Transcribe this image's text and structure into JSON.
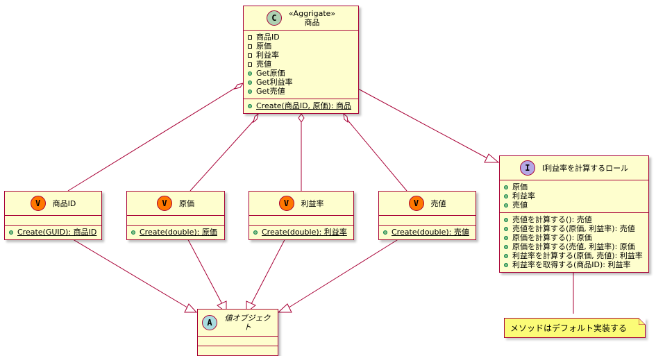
{
  "colors": {
    "class_fill": "#fefece",
    "border": "#a80036",
    "note_fill": "#fbfb77",
    "badge_class": "#add1b2",
    "badge_value": "#ff7700",
    "badge_interface": "#b4a7e5",
    "badge_abstract": "#a9dcdf"
  },
  "product": {
    "badge": "C",
    "stereotype": "«Aggrigate»",
    "name": "商品",
    "fields": [
      "商品ID",
      "原価",
      "利益率",
      "売値",
      "Get原価",
      "Get利益率",
      "Get売値"
    ],
    "method": "Create(商品ID, 原価): 商品"
  },
  "value_objects": [
    {
      "badge": "V",
      "name": "商品ID",
      "method": "Create(GUID): 商品ID"
    },
    {
      "badge": "V",
      "name": "原価",
      "method": "Create(double): 原価"
    },
    {
      "badge": "V",
      "name": "利益率",
      "method": "Create(double): 利益率"
    },
    {
      "badge": "V",
      "name": "売値",
      "method": "Create(double): 売値"
    }
  ],
  "interface": {
    "badge": "I",
    "name": "I利益率を計算するロール",
    "fields": [
      "原価",
      "利益率",
      "売値"
    ],
    "methods": [
      "売値を計算する(): 売値",
      "売値を計算する(原価, 利益率): 売値",
      "原価を計算する(): 原価",
      "原価を計算する(売値, 利益率): 原価",
      "利益率を計算する(原価, 売値): 利益率",
      "利益率を取得する(商品ID): 利益率"
    ]
  },
  "abstract": {
    "badge": "A",
    "name": "値オブジェクト"
  },
  "note": {
    "text": "メソッドはデフォルト実装する"
  }
}
